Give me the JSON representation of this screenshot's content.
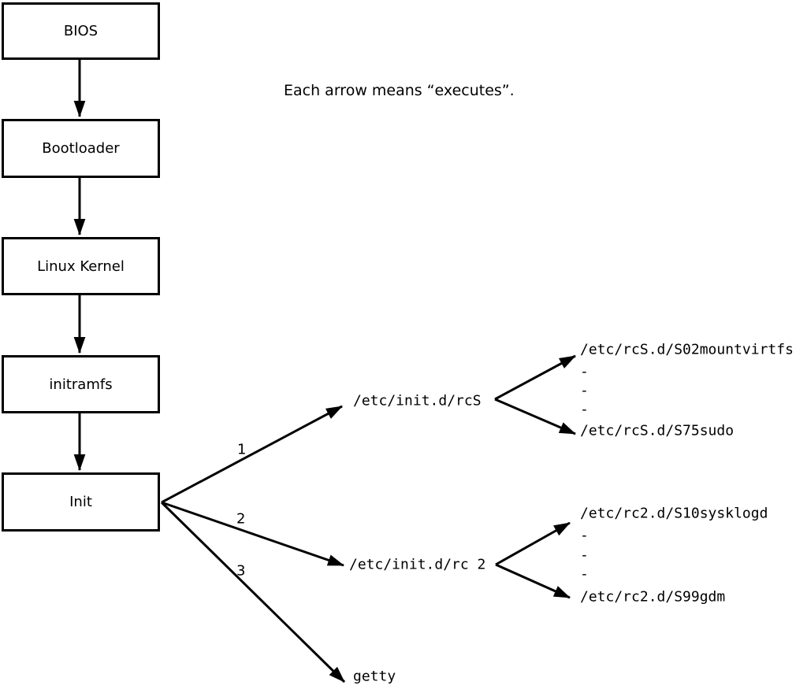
{
  "note": "Each arrow means “executes”.",
  "boxes": [
    {
      "label": "BIOS"
    },
    {
      "label": "Bootloader"
    },
    {
      "label": "Linux Kernel"
    },
    {
      "label": "initramfs"
    },
    {
      "label": "Init"
    }
  ],
  "init_branches": [
    {
      "number": "1",
      "target": "/etc/init.d/rcS"
    },
    {
      "number": "2",
      "target": "/etc/init.d/rc 2"
    },
    {
      "number": "3",
      "target": "getty"
    }
  ],
  "rcS_children": [
    "/etc/rcS.d/S02mountvirtfs",
    "-",
    "-",
    "-",
    "/etc/rcS.d/S75sudo"
  ],
  "rc2_children": [
    "/etc/rc2.d/S10sysklogd",
    "-",
    "-",
    "-",
    "/etc/rc2.d/S99gdm"
  ],
  "colors": {
    "line": "#000000",
    "background": "#ffffff",
    "box_fill": "#ffffff"
  }
}
